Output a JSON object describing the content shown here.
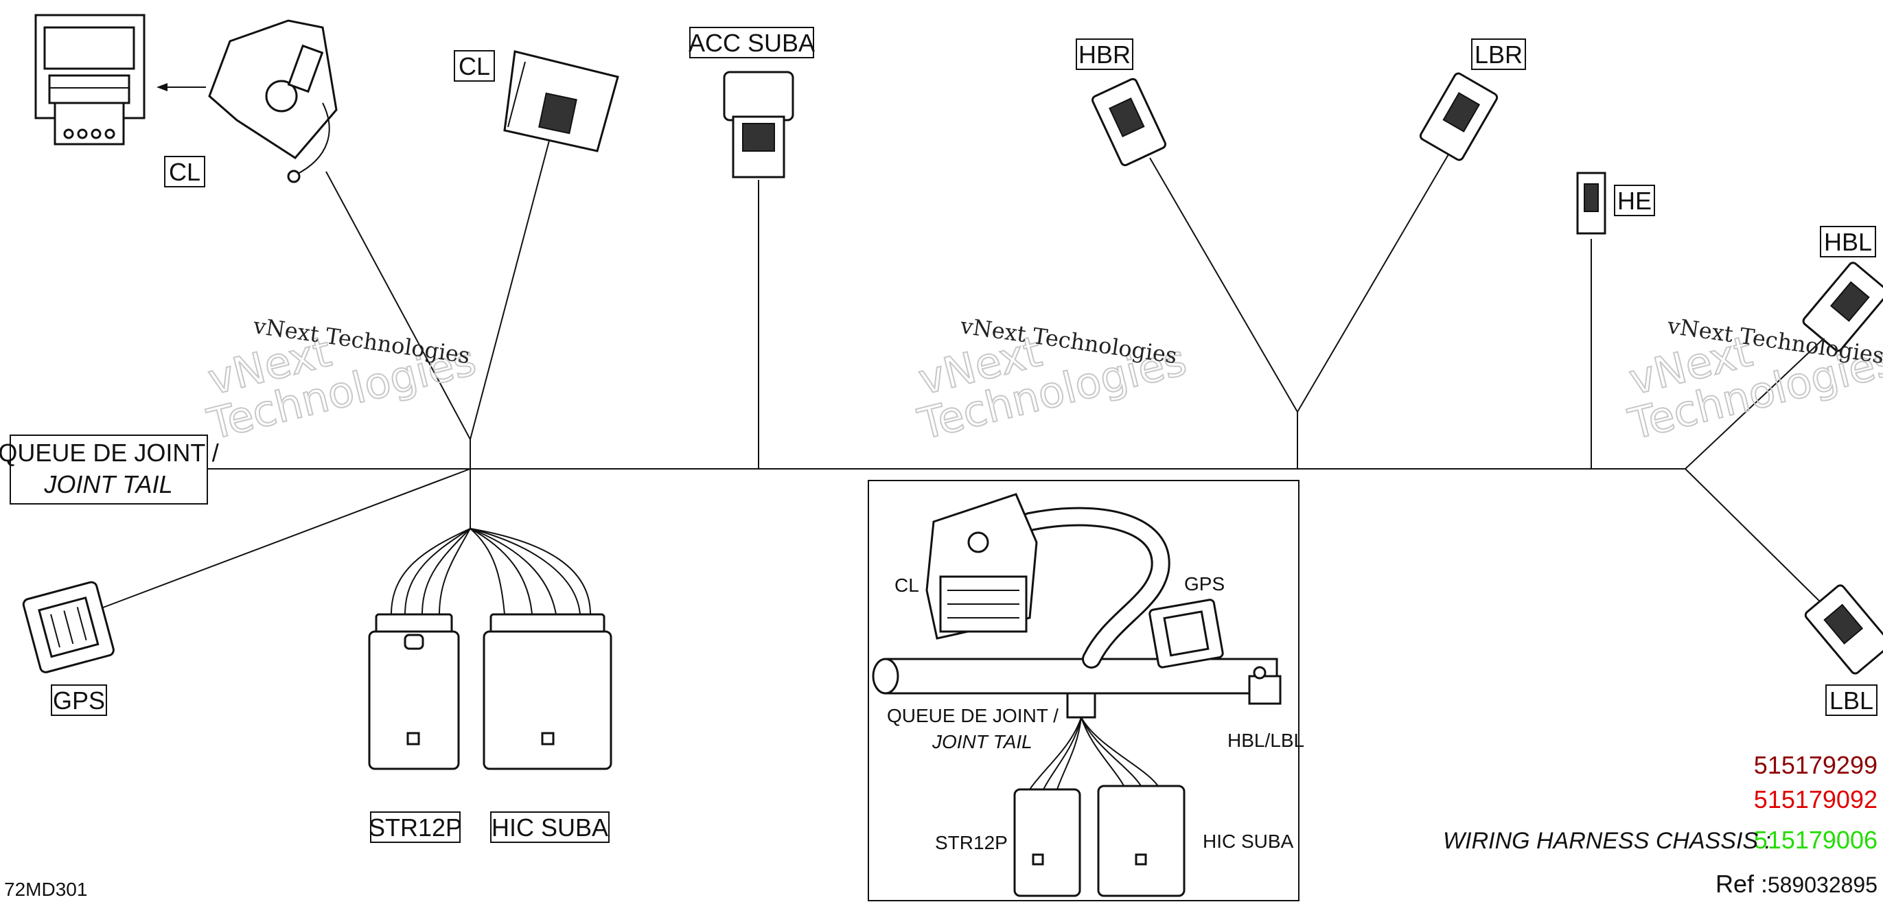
{
  "labels": {
    "cl_top": "CL",
    "cl_left": "CL",
    "acc_suba": "ACC  SUBA",
    "hbr": "HBR",
    "lbr": "LBR",
    "he": "HE",
    "hbl": "HBL",
    "lbl": "LBL",
    "gps": "GPS",
    "str12p": "STR12P",
    "hic_suba": "HIC  SUBA",
    "queue_line1": "QUEUE DE JOINT /",
    "queue_line2": "JOINT TAIL"
  },
  "inset": {
    "cl": "CL",
    "gps": "GPS",
    "queue_line1": "QUEUE DE JOINT /",
    "queue_line2": "JOINT TAIL",
    "hbl_lbl": "HBL/LBL",
    "str12p": "STR12P",
    "hic_suba": "HIC  SUBA"
  },
  "watermark": {
    "line1": "vNext Technologies",
    "line2": "vNext Technologies"
  },
  "part_numbers": [
    {
      "value": "515179299",
      "color": "#8b0000"
    },
    {
      "value": "515179092",
      "color": "#e00000"
    },
    {
      "value": "515179006",
      "color": "#22dd00"
    }
  ],
  "harness_label": "WIRING HARNESS CHASSIS :",
  "ref_label": "Ref :",
  "ref_value": "589032895",
  "diagram_code": "72MD301",
  "colors": {
    "line": "#111111",
    "watermark_outline": "#c8c8c8"
  }
}
